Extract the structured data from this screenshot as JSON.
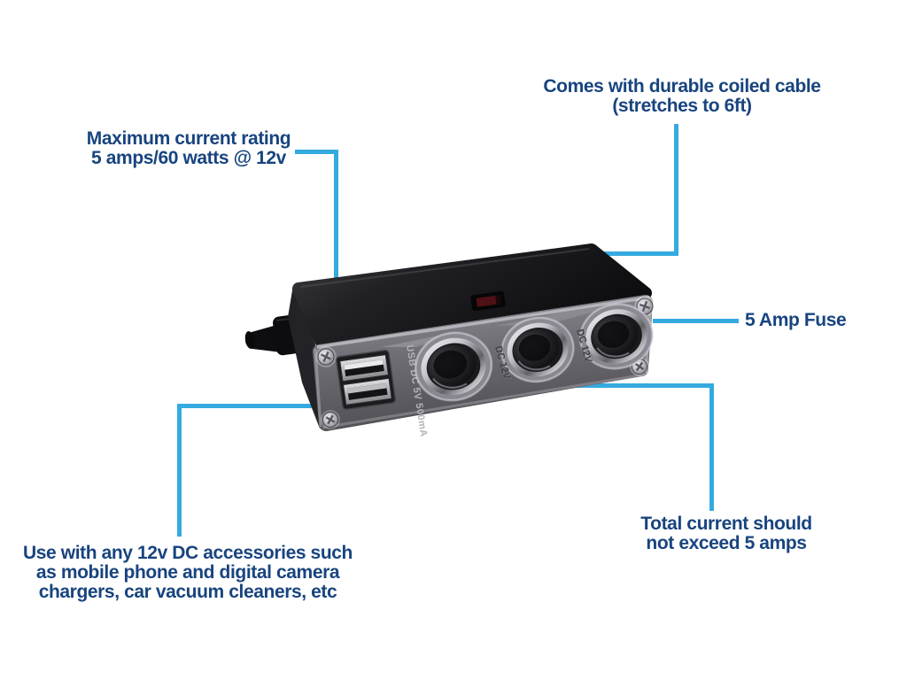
{
  "captions": {
    "coiled_cable": {
      "line1": "Comes with durable coiled cable",
      "line2": "(stretches to 6ft)"
    },
    "max_current": {
      "line1": "Maximum current rating",
      "line2": "5 amps/60 watts @ 12v"
    },
    "fuse": {
      "line1": "5 Amp Fuse"
    },
    "total_current": {
      "line1": "Total current should",
      "line2": "not exceed 5 amps"
    },
    "usage": {
      "line1": "Use with any 12v DC accessories such",
      "line2": "as mobile phone and digital camera",
      "line3": "chargers, car vacuum cleaners, etc"
    }
  },
  "device": {
    "usb_label": "USB DC 5V 500mA",
    "socket_label_1": "DC 12V",
    "socket_label_2": "DC 12V"
  },
  "colors": {
    "caption_text": "#18447f",
    "callout_line": "#35aadf",
    "device_top": "#1b1a1d",
    "device_face": "#77757b"
  }
}
